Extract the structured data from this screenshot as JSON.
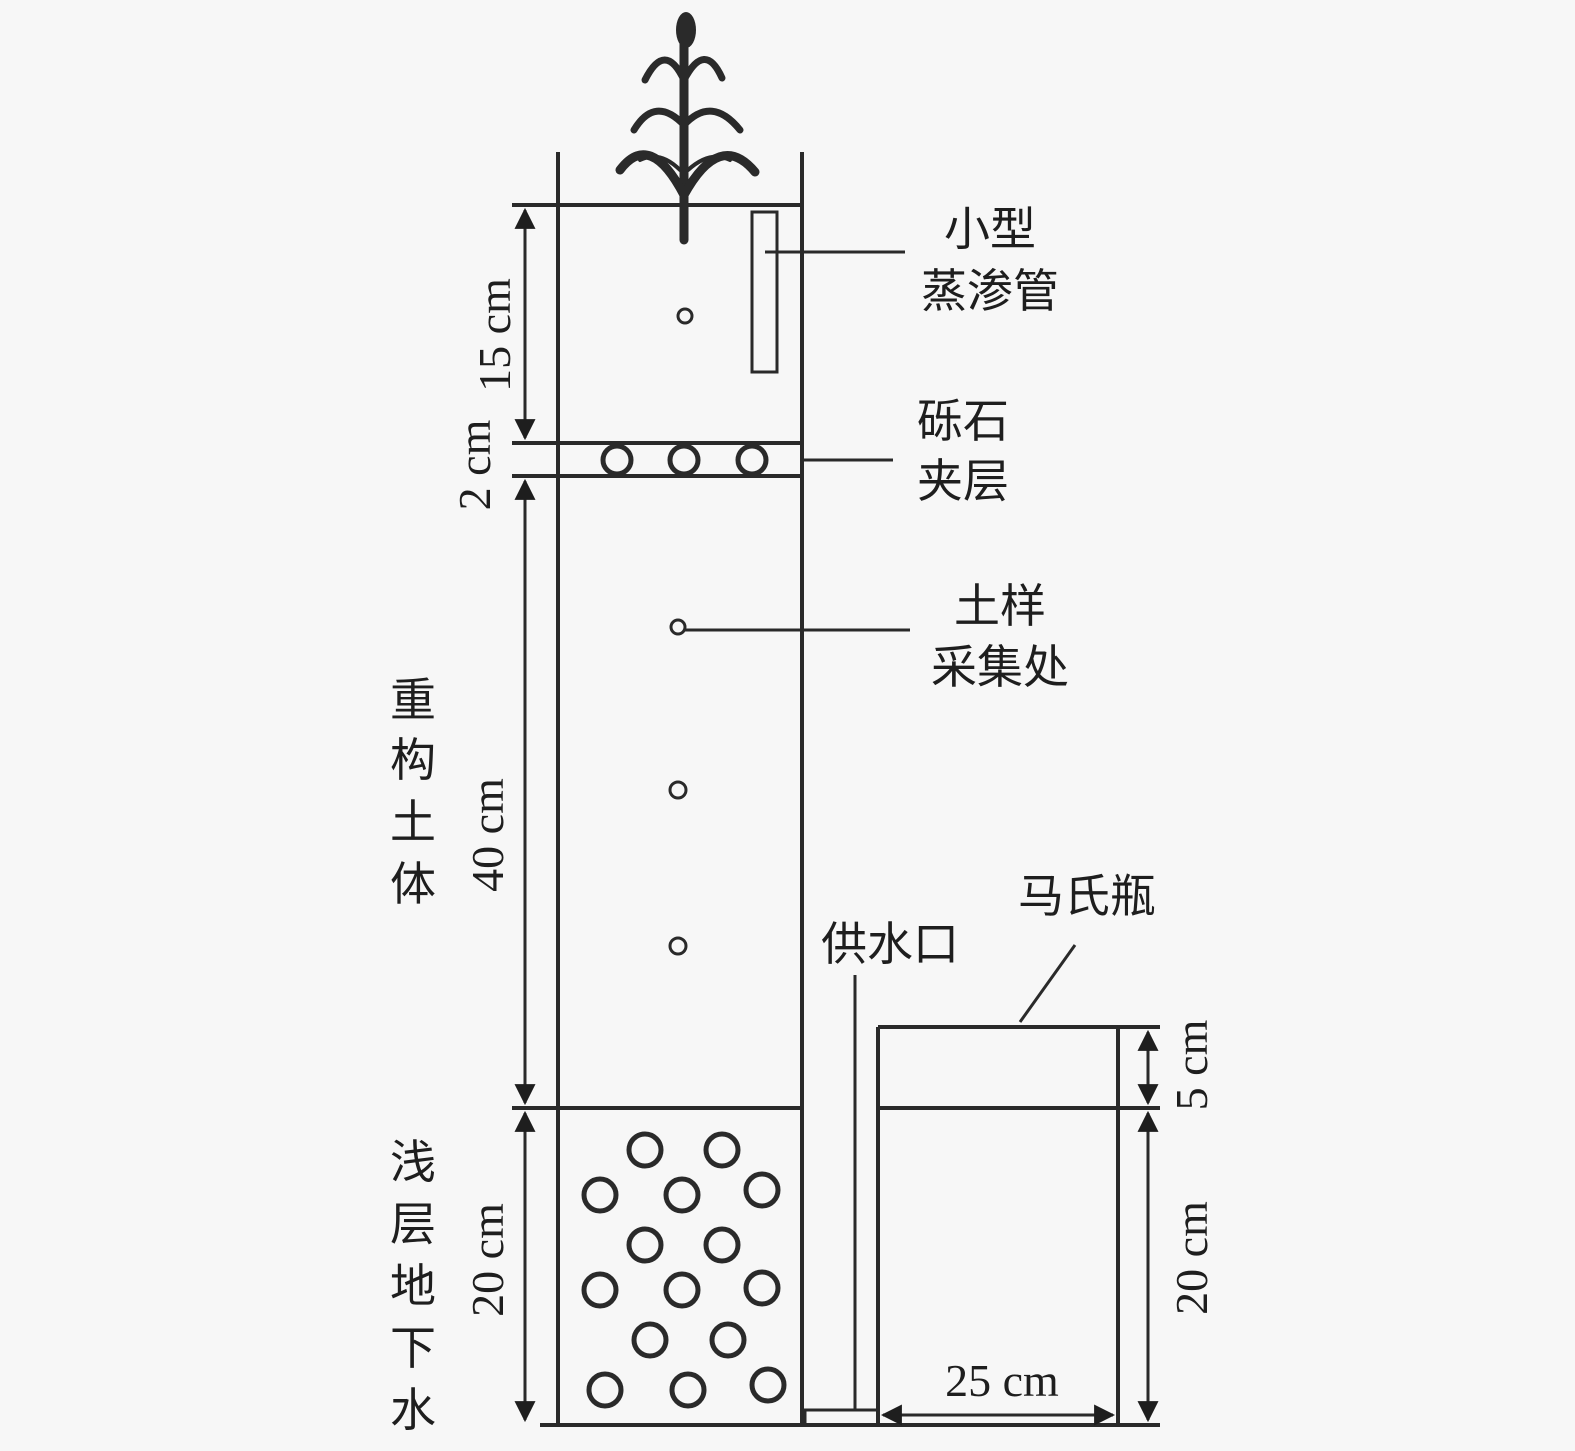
{
  "labels": {
    "lysimeter_line1": "小型",
    "lysimeter_line2": "蒸渗管",
    "gravel_line1": "砾石",
    "gravel_line2": "夹层",
    "sample_line1": "土样",
    "sample_line2": "采集处",
    "reconstructed_soil": [
      "重",
      "构",
      "土",
      "体"
    ],
    "shallow_groundwater": [
      "浅",
      "层",
      "地",
      "下",
      "水"
    ],
    "water_inlet": "供水口",
    "mariotte_bottle": "马氏瓶"
  },
  "dimensions": {
    "topsoil": "15 cm",
    "gravel": "2 cm",
    "soil_body": "40 cm",
    "groundwater": "20 cm",
    "bottle_top": "5 cm",
    "bottle_height": "20 cm",
    "bottle_width": "25 cm"
  }
}
